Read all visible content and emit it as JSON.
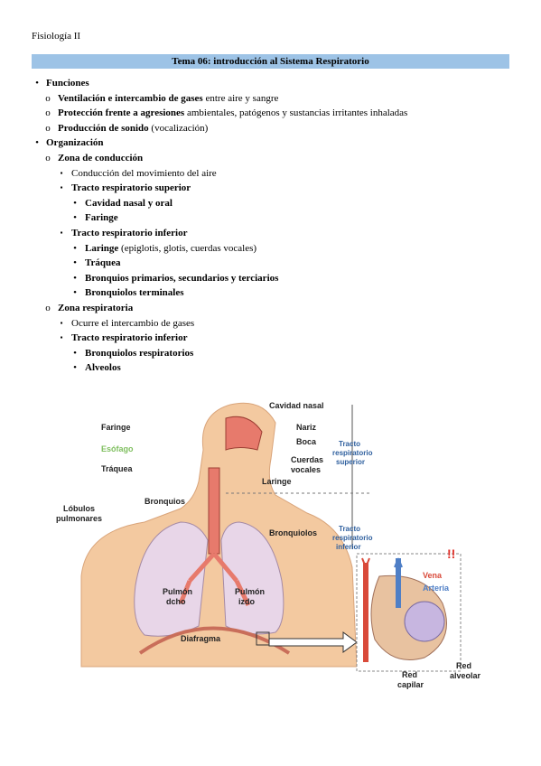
{
  "header": {
    "course": "Fisiología II"
  },
  "title": "Tema 06: introducción al Sistema Respiratorio",
  "outline": [
    {
      "level": 1,
      "marker": "•",
      "bold": "Funciones",
      "text": ""
    },
    {
      "level": 2,
      "marker": "o",
      "bold": "Ventilación e intercambio de gases",
      "text": " entre aire y sangre"
    },
    {
      "level": 2,
      "marker": "o",
      "bold": "Protección frente a agresiones",
      "text": " ambientales, patógenos y sustancias irritantes inhaladas"
    },
    {
      "level": 2,
      "marker": "o",
      "bold": "Producción de sonido",
      "text": " (vocalización)"
    },
    {
      "level": 1,
      "marker": "•",
      "bold": "Organización",
      "text": ""
    },
    {
      "level": 2,
      "marker": "o",
      "bold": "Zona de conducción",
      "text": ""
    },
    {
      "level": 3,
      "marker": "▪",
      "bold": "",
      "text": "Conducción del movimiento del aire"
    },
    {
      "level": 3,
      "marker": "▪",
      "bold": "Tracto respiratorio superior",
      "text": ""
    },
    {
      "level": 4,
      "marker": "•",
      "bold": "Cavidad nasal y oral",
      "text": ""
    },
    {
      "level": 4,
      "marker": "•",
      "bold": "Faringe",
      "text": ""
    },
    {
      "level": 3,
      "marker": "▪",
      "bold": "Tracto respiratorio inferior",
      "text": ""
    },
    {
      "level": 4,
      "marker": "•",
      "bold": "Laringe",
      "text": " (epiglotis, glotis, cuerdas vocales)"
    },
    {
      "level": 4,
      "marker": "•",
      "bold": "Tráquea",
      "text": ""
    },
    {
      "level": 4,
      "marker": "•",
      "bold": "Bronquios primarios, secundarios y terciarios",
      "text": ""
    },
    {
      "level": 4,
      "marker": "•",
      "bold": "Bronquiolos terminales",
      "text": ""
    },
    {
      "level": 2,
      "marker": "o",
      "bold": "Zona respiratoria",
      "text": ""
    },
    {
      "level": 3,
      "marker": "▪",
      "bold": "",
      "text": "Ocurre el intercambio de gases"
    },
    {
      "level": 3,
      "marker": "▪",
      "bold": "Tracto respiratorio inferior",
      "text": ""
    },
    {
      "level": 4,
      "marker": "•",
      "bold": "Bronquiolos respiratorios",
      "text": ""
    },
    {
      "level": 4,
      "marker": "•",
      "bold": "Alveolos",
      "text": ""
    }
  ],
  "figure": {
    "labels": {
      "cavidad_nasal": "Cavidad nasal",
      "nariz": "Nariz",
      "boca": "Boca",
      "cuerdas": "Cuerdas",
      "vocales": "vocales",
      "laringe": "Laringe",
      "faringe": "Faringe",
      "esofago": "Esófago",
      "traquea": "Tráquea",
      "bronquios": "Bronquios",
      "lobulos": "Lóbulos",
      "pulmonares": "pulmonares",
      "bronquiolos": "Bronquiolos",
      "pulmon": "Pulmón",
      "dcho": "dcho",
      "izdo": "izdo",
      "diafragma": "Diafragma",
      "tracto": "Tracto",
      "respiratorio": "respiratorio",
      "superior": "superior",
      "inferior": "inferior",
      "vena": "Vena",
      "arteria": "Arteria",
      "red": "Red",
      "capilar": "capilar",
      "alveolar": "alveolar",
      "alert": "!!"
    },
    "colors": {
      "skin": "#f3c9a0",
      "lung": "#e8d6e8",
      "airway": "#e77a6c",
      "vein": "#d94a3a",
      "artery": "#4f7fc6",
      "tracto_label": "#2e5f9e",
      "esofago_label": "#7fbf5f",
      "alert": "#e0312a"
    }
  }
}
